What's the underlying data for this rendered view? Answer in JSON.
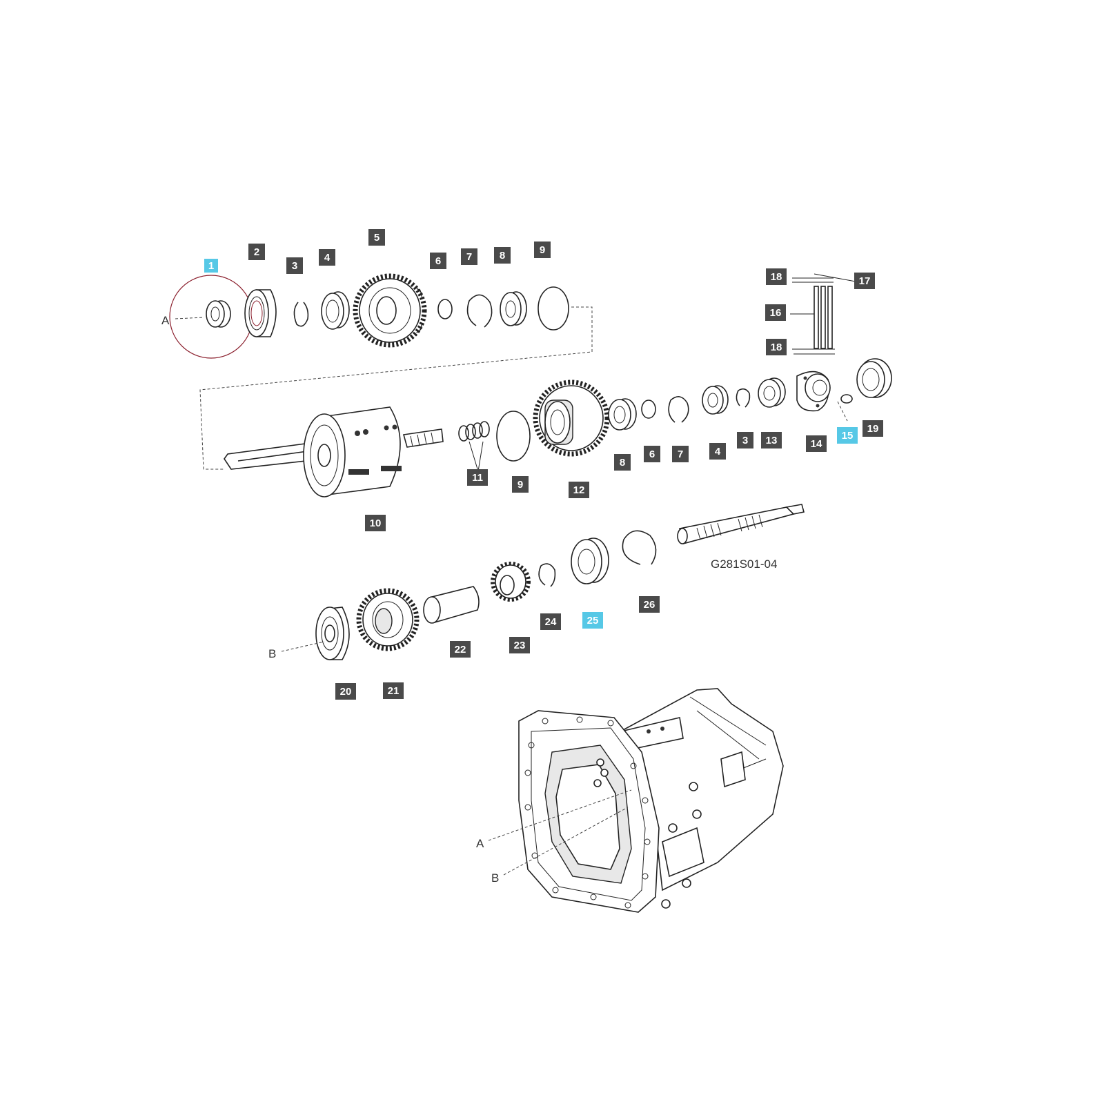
{
  "diagram": {
    "code": "G281S01-04",
    "reference_letters": {
      "a": "A",
      "b": "B"
    },
    "colors": {
      "callout": "#4a4a4a",
      "highlight": "#56c8e6",
      "focus_circle": "#8a1e2c"
    },
    "callouts": [
      {
        "id": "c1",
        "label": "1",
        "highlighted": true
      },
      {
        "id": "c2",
        "label": "2",
        "highlighted": false
      },
      {
        "id": "c3a",
        "label": "3",
        "highlighted": false
      },
      {
        "id": "c4a",
        "label": "4",
        "highlighted": false
      },
      {
        "id": "c5",
        "label": "5",
        "highlighted": false
      },
      {
        "id": "c6a",
        "label": "6",
        "highlighted": false
      },
      {
        "id": "c7a",
        "label": "7",
        "highlighted": false
      },
      {
        "id": "c8a",
        "label": "8",
        "highlighted": false
      },
      {
        "id": "c9a",
        "label": "9",
        "highlighted": false
      },
      {
        "id": "c18a",
        "label": "18",
        "highlighted": false
      },
      {
        "id": "c17",
        "label": "17",
        "highlighted": false
      },
      {
        "id": "c16",
        "label": "16",
        "highlighted": false
      },
      {
        "id": "c18b",
        "label": "18",
        "highlighted": false
      },
      {
        "id": "c8b",
        "label": "8",
        "highlighted": false
      },
      {
        "id": "c6b",
        "label": "6",
        "highlighted": false
      },
      {
        "id": "c7b",
        "label": "7",
        "highlighted": false
      },
      {
        "id": "c4b",
        "label": "4",
        "highlighted": false
      },
      {
        "id": "c3b",
        "label": "3",
        "highlighted": false
      },
      {
        "id": "c13",
        "label": "13",
        "highlighted": false
      },
      {
        "id": "c14",
        "label": "14",
        "highlighted": false
      },
      {
        "id": "c15",
        "label": "15",
        "highlighted": true
      },
      {
        "id": "c19",
        "label": "19",
        "highlighted": false
      },
      {
        "id": "c11",
        "label": "11",
        "highlighted": false
      },
      {
        "id": "c9b",
        "label": "9",
        "highlighted": false
      },
      {
        "id": "c12",
        "label": "12",
        "highlighted": false
      },
      {
        "id": "c10",
        "label": "10",
        "highlighted": false
      },
      {
        "id": "c26",
        "label": "26",
        "highlighted": false
      },
      {
        "id": "c24",
        "label": "24",
        "highlighted": false
      },
      {
        "id": "c25",
        "label": "25",
        "highlighted": true
      },
      {
        "id": "c23",
        "label": "23",
        "highlighted": false
      },
      {
        "id": "c22",
        "label": "22",
        "highlighted": false
      },
      {
        "id": "c20",
        "label": "20",
        "highlighted": false
      },
      {
        "id": "c21",
        "label": "21",
        "highlighted": false
      }
    ]
  }
}
